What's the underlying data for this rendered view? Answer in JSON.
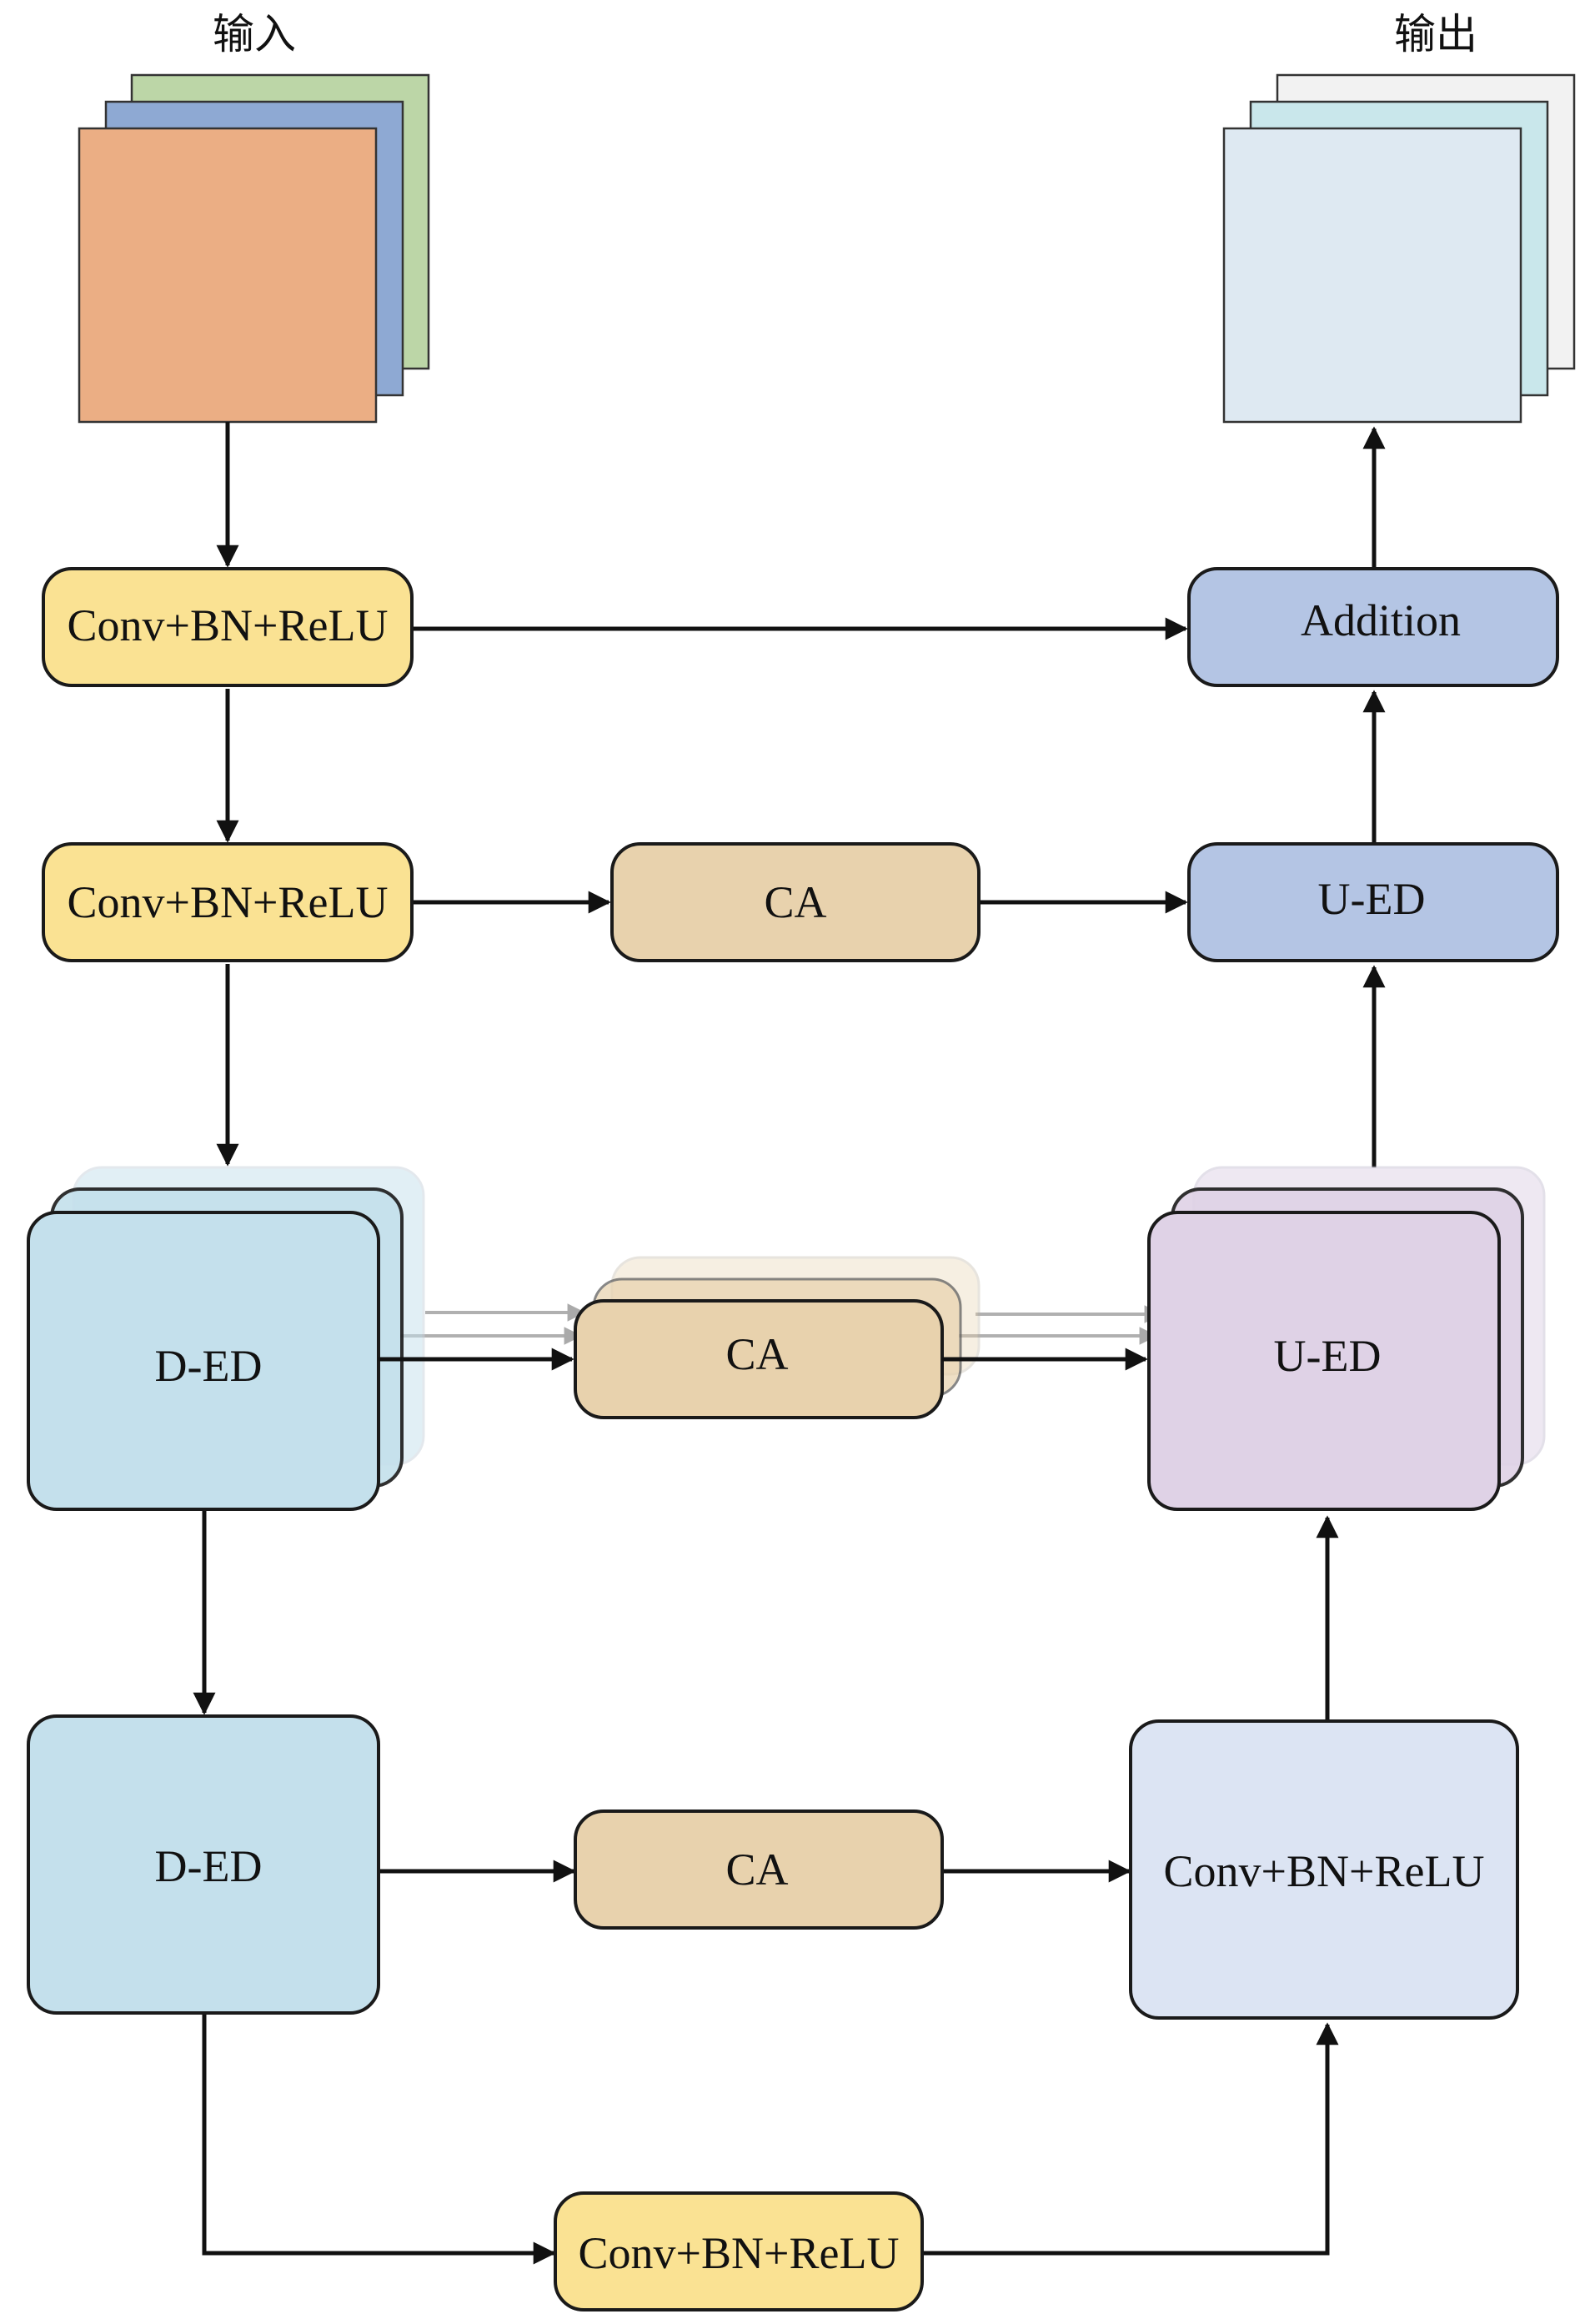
{
  "labels": {
    "input": "输入",
    "output": "输出"
  },
  "nodes": {
    "conv1": "Conv+BN+ReLU",
    "conv2": "Conv+BN+ReLU",
    "conv3": "Conv+BN+ReLU",
    "conv4": "Conv+BN+ReLU",
    "ca1": "CA",
    "ca2": "CA",
    "ca3": "CA",
    "ded1": "D-ED",
    "ded2": "D-ED",
    "ued1": "U-ED",
    "ued2": "U-ED",
    "addition": "Addition"
  },
  "colors": {
    "input_front": "#EBAE84",
    "input_mid": "#8EA9D3",
    "input_back": "#BCD6A7",
    "output_front": "#DEE9F2",
    "output_mid": "#C9E7EB",
    "output_back": "#F2F2F2",
    "conv": "#FAE293",
    "ca": "#E8D2AD",
    "ded": "#C4E0EC",
    "ued_top": "#B4C5E4",
    "ued_stack": "#DFD2E6",
    "conv_right": "#DCE4F3",
    "stroke": "#1a1a1a"
  }
}
